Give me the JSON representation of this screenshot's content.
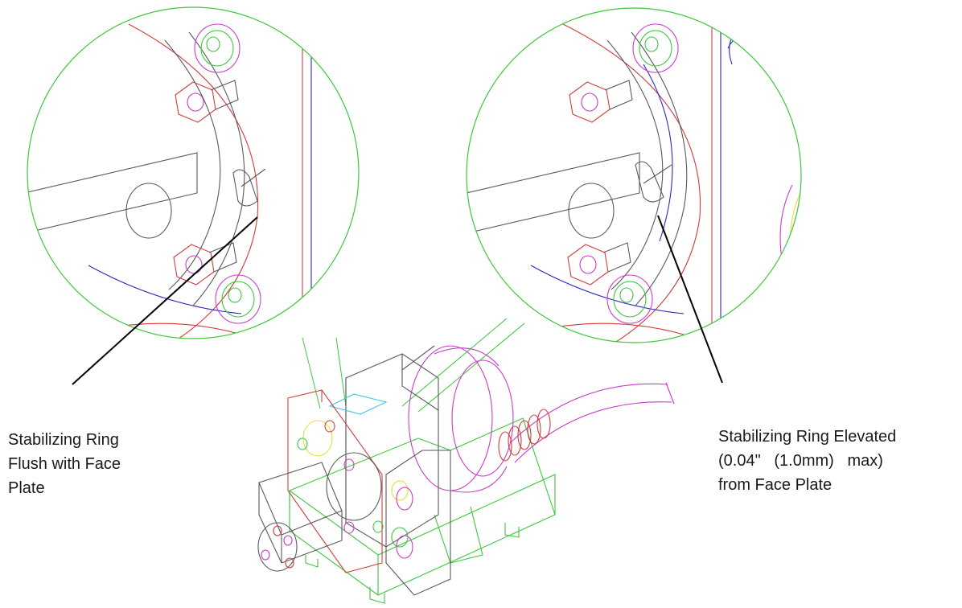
{
  "callouts": {
    "left": {
      "lines": [
        "Stabilizing Ring",
        "Flush with Face",
        "Plate"
      ]
    },
    "right": {
      "lines": [
        "Stabilizing Ring Elevated",
        "(0.04\"   (1.0mm)   max)",
        "from Face Plate"
      ]
    }
  },
  "colors": {
    "outline_green": "#3cc83c",
    "outline_red": "#d23c3c",
    "outline_magenta": "#c83cc8",
    "outline_blue": "#2828c8",
    "outline_yellow": "#e6dc3c",
    "outline_gray": "#5a5a5a",
    "leader": "#000000",
    "text": "#1a1a1a"
  }
}
